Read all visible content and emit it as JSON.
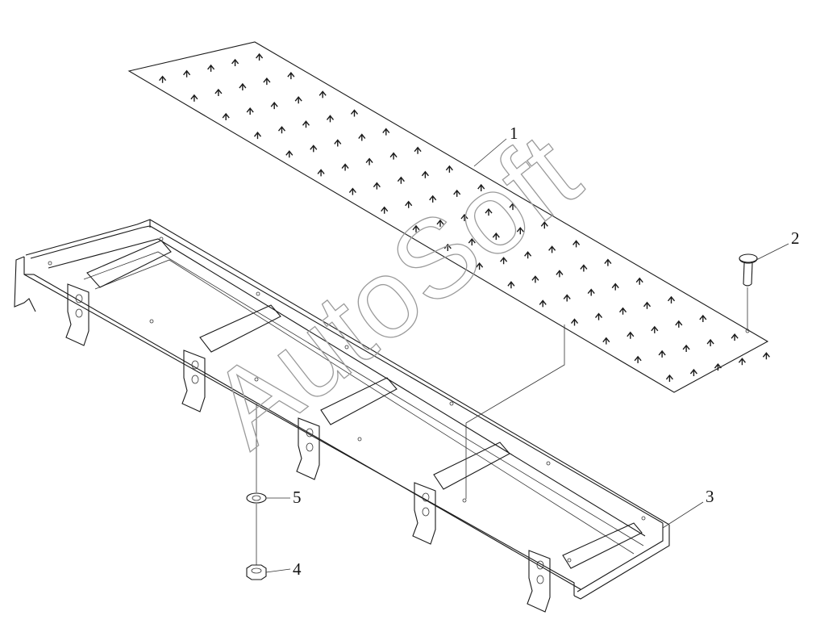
{
  "drawing": {
    "callouts": [
      {
        "id": "1",
        "label": "1"
      },
      {
        "id": "2",
        "label": "2"
      },
      {
        "id": "3",
        "label": "3"
      },
      {
        "id": "4",
        "label": "4"
      },
      {
        "id": "5",
        "label": "5"
      }
    ],
    "watermark": "AutoSoft",
    "colors": {
      "line": "#1a1a1a",
      "watermark": "#9a9a9a",
      "background": "#ffffff"
    }
  }
}
